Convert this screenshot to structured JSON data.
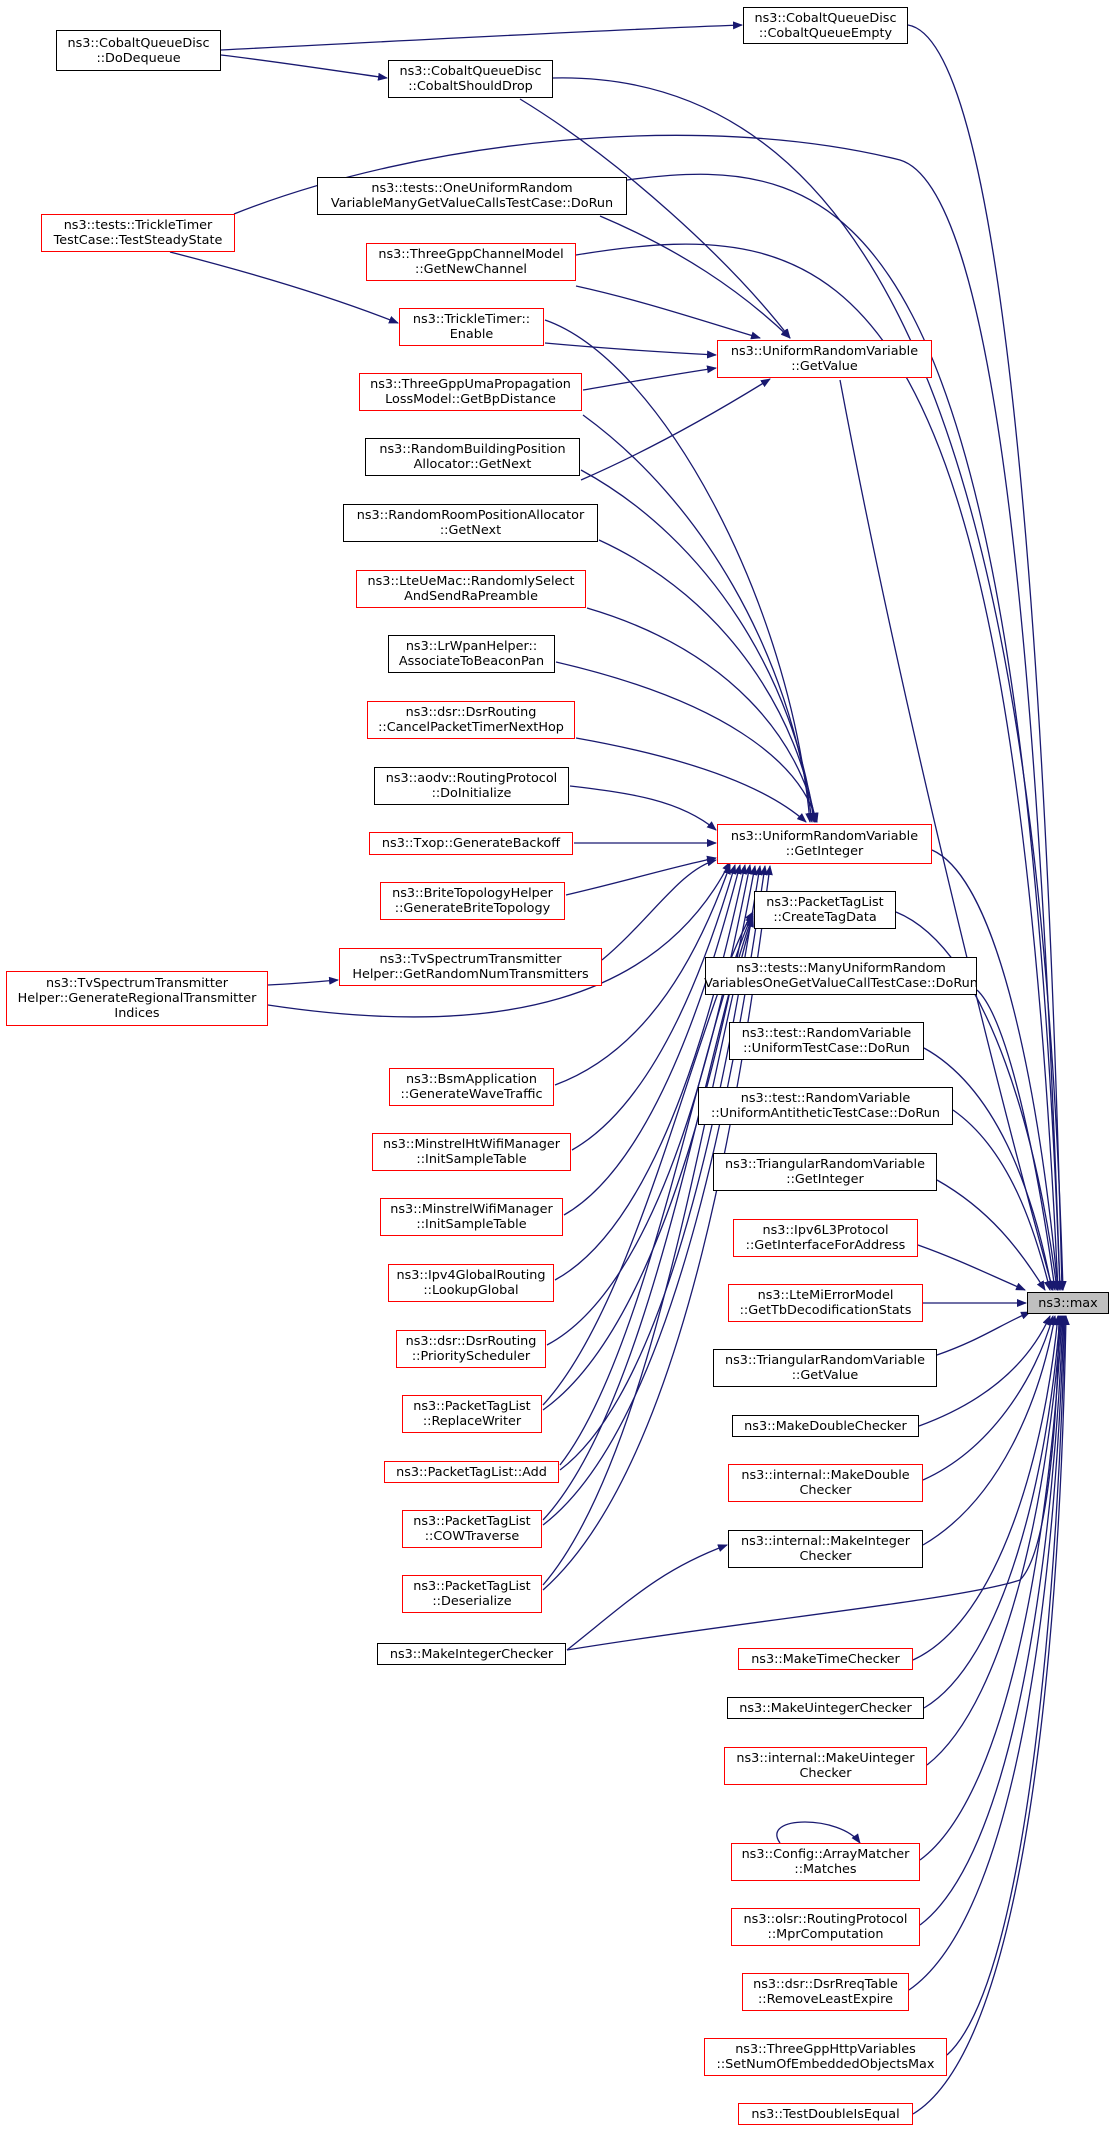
{
  "diagram": {
    "edge_color": "#191970",
    "node_border_default": "#000000",
    "node_border_truncated": "#ff0000",
    "node_fill_focus": "#bfbfbf",
    "focus_node": "n_max"
  },
  "nodes": {
    "n_max": {
      "lines": [
        "ns3::max"
      ]
    },
    "n_cqd_empty": {
      "lines": [
        "ns3::CobaltQueueDisc",
        "::CobaltQueueEmpty"
      ]
    },
    "n_cqd_dequeue": {
      "lines": [
        "ns3::CobaltQueueDisc",
        "::DoDequeue"
      ]
    },
    "n_cqd_drop": {
      "lines": [
        "ns3::CobaltQueueDisc",
        "::CobaltShouldDrop"
      ]
    },
    "n_tt_steady": {
      "lines": [
        "ns3::tests::TrickleTimer",
        "TestCase::TestSteadyState"
      ]
    },
    "n_one_uniform": {
      "lines": [
        "ns3::tests::OneUniformRandom",
        "VariableManyGetValueCallsTestCase::DoRun"
      ]
    },
    "n_3gpp_chan": {
      "lines": [
        "ns3::ThreeGppChannelModel",
        "::GetNewChannel"
      ]
    },
    "n_trickle_enable": {
      "lines": [
        "ns3::TrickleTimer::",
        "Enable"
      ]
    },
    "n_urv_getvalue": {
      "lines": [
        "ns3::UniformRandomVariable",
        "::GetValue"
      ]
    },
    "n_3gpp_uma": {
      "lines": [
        "ns3::ThreeGppUmaPropagation",
        "LossModel::GetBpDistance"
      ]
    },
    "n_rbpa": {
      "lines": [
        "ns3::RandomBuildingPosition",
        "Allocator::GetNext"
      ]
    },
    "n_rrpa": {
      "lines": [
        "ns3::RandomRoomPositionAllocator",
        "::GetNext"
      ]
    },
    "n_lte_ue_mac": {
      "lines": [
        "ns3::LteUeMac::RandomlySelect",
        "AndSendRaPreamble"
      ]
    },
    "n_lrwpan": {
      "lines": [
        "ns3::LrWpanHelper::",
        "AssociateToBeaconPan"
      ]
    },
    "n_dsr_cancel": {
      "lines": [
        "ns3::dsr::DsrRouting",
        "::CancelPacketTimerNextHop"
      ]
    },
    "n_aodv_init": {
      "lines": [
        "ns3::aodv::RoutingProtocol",
        "::DoInitialize"
      ]
    },
    "n_txop": {
      "lines": [
        "ns3::Txop::GenerateBackoff"
      ]
    },
    "n_urv_getint": {
      "lines": [
        "ns3::UniformRandomVariable",
        "::GetInteger"
      ]
    },
    "n_brite": {
      "lines": [
        "ns3::BriteTopologyHelper",
        "::GenerateBriteTopology"
      ]
    },
    "n_ptl_create": {
      "lines": [
        "ns3::PacketTagList",
        "::CreateTagData"
      ]
    },
    "n_tvsth_rand": {
      "lines": [
        "ns3::TvSpectrumTransmitter",
        "Helper::GetRandomNumTransmitters"
      ]
    },
    "n_tvsth_regional": {
      "lines": [
        "ns3::TvSpectrumTransmitter",
        "Helper::GenerateRegionalTransmitter",
        "Indices"
      ]
    },
    "n_many_uniform": {
      "lines": [
        "ns3::tests::ManyUniformRandom",
        "VariablesOneGetValueCallTestCase::DoRun"
      ]
    },
    "n_rv_uniform": {
      "lines": [
        "ns3::test::RandomVariable",
        "::UniformTestCase::DoRun"
      ]
    },
    "n_rv_antithetic": {
      "lines": [
        "ns3::test::RandomVariable",
        "::UniformAntitheticTestCase::DoRun"
      ]
    },
    "n_bsm": {
      "lines": [
        "ns3::BsmApplication",
        "::GenerateWaveTraffic"
      ]
    },
    "n_tri_getint": {
      "lines": [
        "ns3::TriangularRandomVariable",
        "::GetInteger"
      ]
    },
    "n_minstrel_ht": {
      "lines": [
        "ns3::MinstrelHtWifiManager",
        "::InitSampleTable"
      ]
    },
    "n_ipv6l3": {
      "lines": [
        "ns3::Ipv6L3Protocol",
        "::GetInterfaceForAddress"
      ]
    },
    "n_minstrel": {
      "lines": [
        "ns3::MinstrelWifiManager",
        "::InitSampleTable"
      ]
    },
    "n_ipv4global": {
      "lines": [
        "ns3::Ipv4GlobalRouting",
        "::LookupGlobal"
      ]
    },
    "n_ltemi": {
      "lines": [
        "ns3::LteMiErrorModel",
        "::GetTbDecodificationStats"
      ]
    },
    "n_dsr_prio": {
      "lines": [
        "ns3::dsr::DsrRouting",
        "::PriorityScheduler"
      ]
    },
    "n_tri_getvalue": {
      "lines": [
        "ns3::TriangularRandomVariable",
        "::GetValue"
      ]
    },
    "n_ptl_replace": {
      "lines": [
        "ns3::PacketTagList",
        "::ReplaceWriter"
      ]
    },
    "n_make_double": {
      "lines": [
        "ns3::MakeDoubleChecker"
      ]
    },
    "n_ptl_add": {
      "lines": [
        "ns3::PacketTagList::Add"
      ]
    },
    "n_int_make_double": {
      "lines": [
        "ns3::internal::MakeDouble",
        "Checker"
      ]
    },
    "n_ptl_cow": {
      "lines": [
        "ns3::PacketTagList",
        "::COWTraverse"
      ]
    },
    "n_int_make_integer": {
      "lines": [
        "ns3::internal::MakeInteger",
        "Checker"
      ]
    },
    "n_ptl_deser": {
      "lines": [
        "ns3::PacketTagList",
        "::Deserialize"
      ]
    },
    "n_make_integer": {
      "lines": [
        "ns3::MakeIntegerChecker"
      ]
    },
    "n_make_time": {
      "lines": [
        "ns3::MakeTimeChecker"
      ]
    },
    "n_make_uinteger": {
      "lines": [
        "ns3::MakeUintegerChecker"
      ]
    },
    "n_int_make_uinteger": {
      "lines": [
        "ns3::internal::MakeUinteger",
        "Checker"
      ]
    },
    "n_config_array": {
      "lines": [
        "ns3::Config::ArrayMatcher",
        "::Matches"
      ]
    },
    "n_olsr_mpr": {
      "lines": [
        "ns3::olsr::RoutingProtocol",
        "::MprComputation"
      ]
    },
    "n_dsr_rreq": {
      "lines": [
        "ns3::dsr::DsrRreqTable",
        "::RemoveLeastExpire"
      ]
    },
    "n_3gpp_http": {
      "lines": [
        "ns3::ThreeGppHttpVariables",
        "::SetNumOfEmbeddedObjectsMax"
      ]
    },
    "n_test_double": {
      "lines": [
        "ns3::TestDoubleIsEqual"
      ]
    }
  }
}
